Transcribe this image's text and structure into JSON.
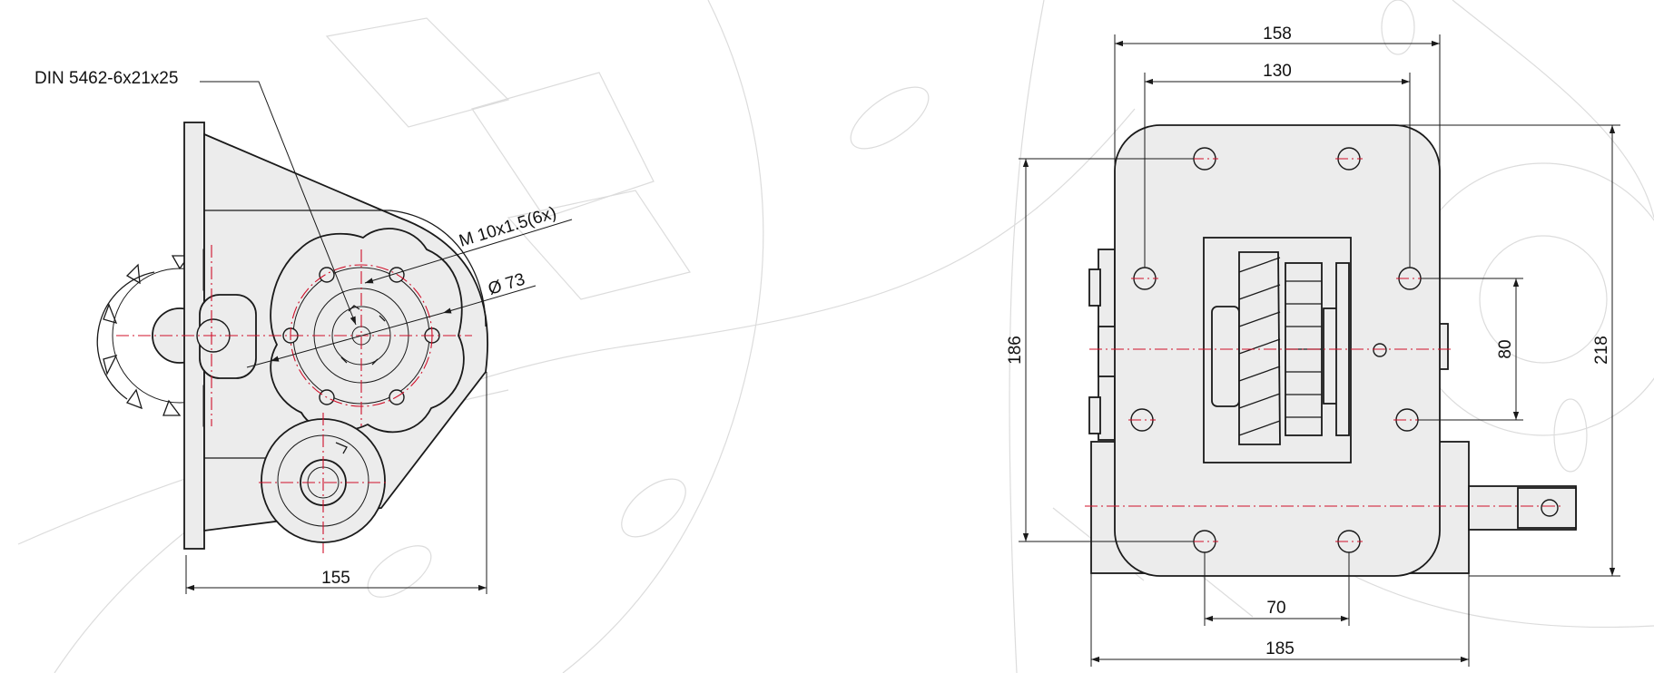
{
  "callouts": {
    "spline": "DIN 5462-6x21x25",
    "thread": "M 10x1.5(6x)",
    "bolt_circle": "Ø 73"
  },
  "dimensions": {
    "side_width": "155",
    "front_width_top": "158",
    "hole_spacing_top": "130",
    "height_left": "186",
    "hole_spacing_right": "80",
    "overall_height": "218",
    "hole_spacing_bottom": "70",
    "base_width": "185"
  },
  "colors": {
    "outline": "#1a1a1a",
    "fill": "#ececec",
    "centerline": "#d0102a",
    "background_sketch": "#dcdcdc"
  }
}
